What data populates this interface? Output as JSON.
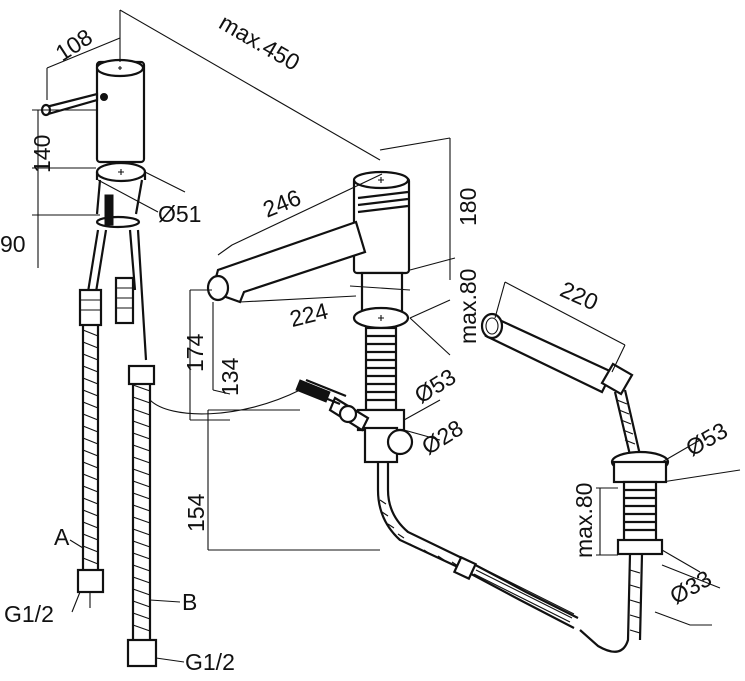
{
  "drawing": {
    "dimensions": {
      "d108": "108",
      "max450": "max.450",
      "d140": "140",
      "d90": "90",
      "d51": "Ø51",
      "d246": "246",
      "d180": "180",
      "d224": "224",
      "d174": "174",
      "d134": "134",
      "max80_top": "max.80",
      "d53_top": "Ø53",
      "d28": "Ø28",
      "d154": "154",
      "d220": "220",
      "d53_right": "Ø53",
      "max80_right": "max.80",
      "d33": "Ø33"
    },
    "labels": {
      "a": "A",
      "b": "B",
      "g_left": "G1/2",
      "g_bottom": "G1/2"
    }
  }
}
